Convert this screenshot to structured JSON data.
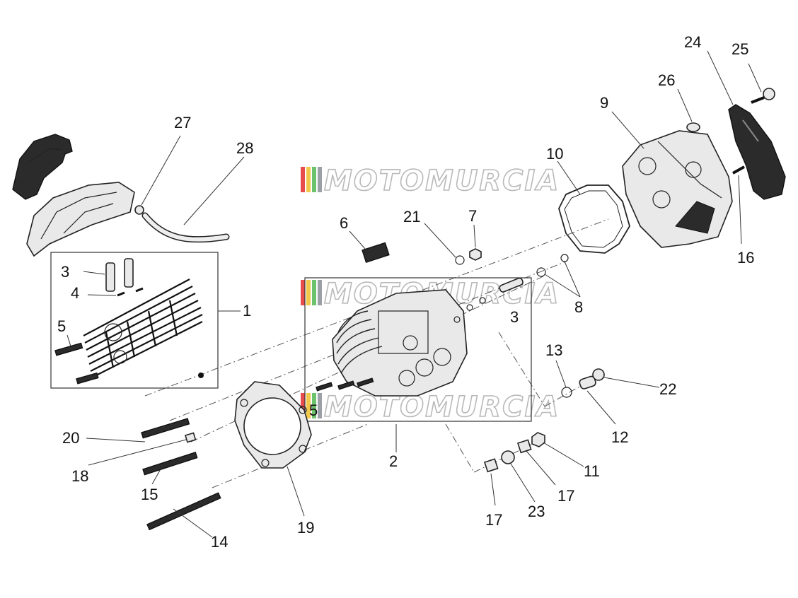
{
  "watermark": {
    "text": "MOTOMURCIA",
    "stripe_colors": [
      "#e84d4d",
      "#f2c84b",
      "#6cc36c",
      "#9aa0a6"
    ]
  },
  "callouts": [
    {
      "key": "1",
      "label": "1"
    },
    {
      "key": "2",
      "label": "2"
    },
    {
      "key": "3a",
      "label": "3"
    },
    {
      "key": "3b",
      "label": "3"
    },
    {
      "key": "4",
      "label": "4"
    },
    {
      "key": "5a",
      "label": "5"
    },
    {
      "key": "5b",
      "label": "5"
    },
    {
      "key": "6",
      "label": "6"
    },
    {
      "key": "7",
      "label": "7"
    },
    {
      "key": "8",
      "label": "8"
    },
    {
      "key": "9",
      "label": "9"
    },
    {
      "key": "10",
      "label": "10"
    },
    {
      "key": "11",
      "label": "11"
    },
    {
      "key": "12",
      "label": "12"
    },
    {
      "key": "13",
      "label": "13"
    },
    {
      "key": "14",
      "label": "14"
    },
    {
      "key": "15",
      "label": "15"
    },
    {
      "key": "16",
      "label": "16"
    },
    {
      "key": "17a",
      "label": "17"
    },
    {
      "key": "17b",
      "label": "17"
    },
    {
      "key": "18",
      "label": "18"
    },
    {
      "key": "19",
      "label": "19"
    },
    {
      "key": "20",
      "label": "20"
    },
    {
      "key": "21",
      "label": "21"
    },
    {
      "key": "22",
      "label": "22"
    },
    {
      "key": "23",
      "label": "23"
    },
    {
      "key": "24",
      "label": "24"
    },
    {
      "key": "25",
      "label": "25"
    },
    {
      "key": "26",
      "label": "26"
    },
    {
      "key": "27",
      "label": "27"
    },
    {
      "key": "28",
      "label": "28"
    }
  ]
}
